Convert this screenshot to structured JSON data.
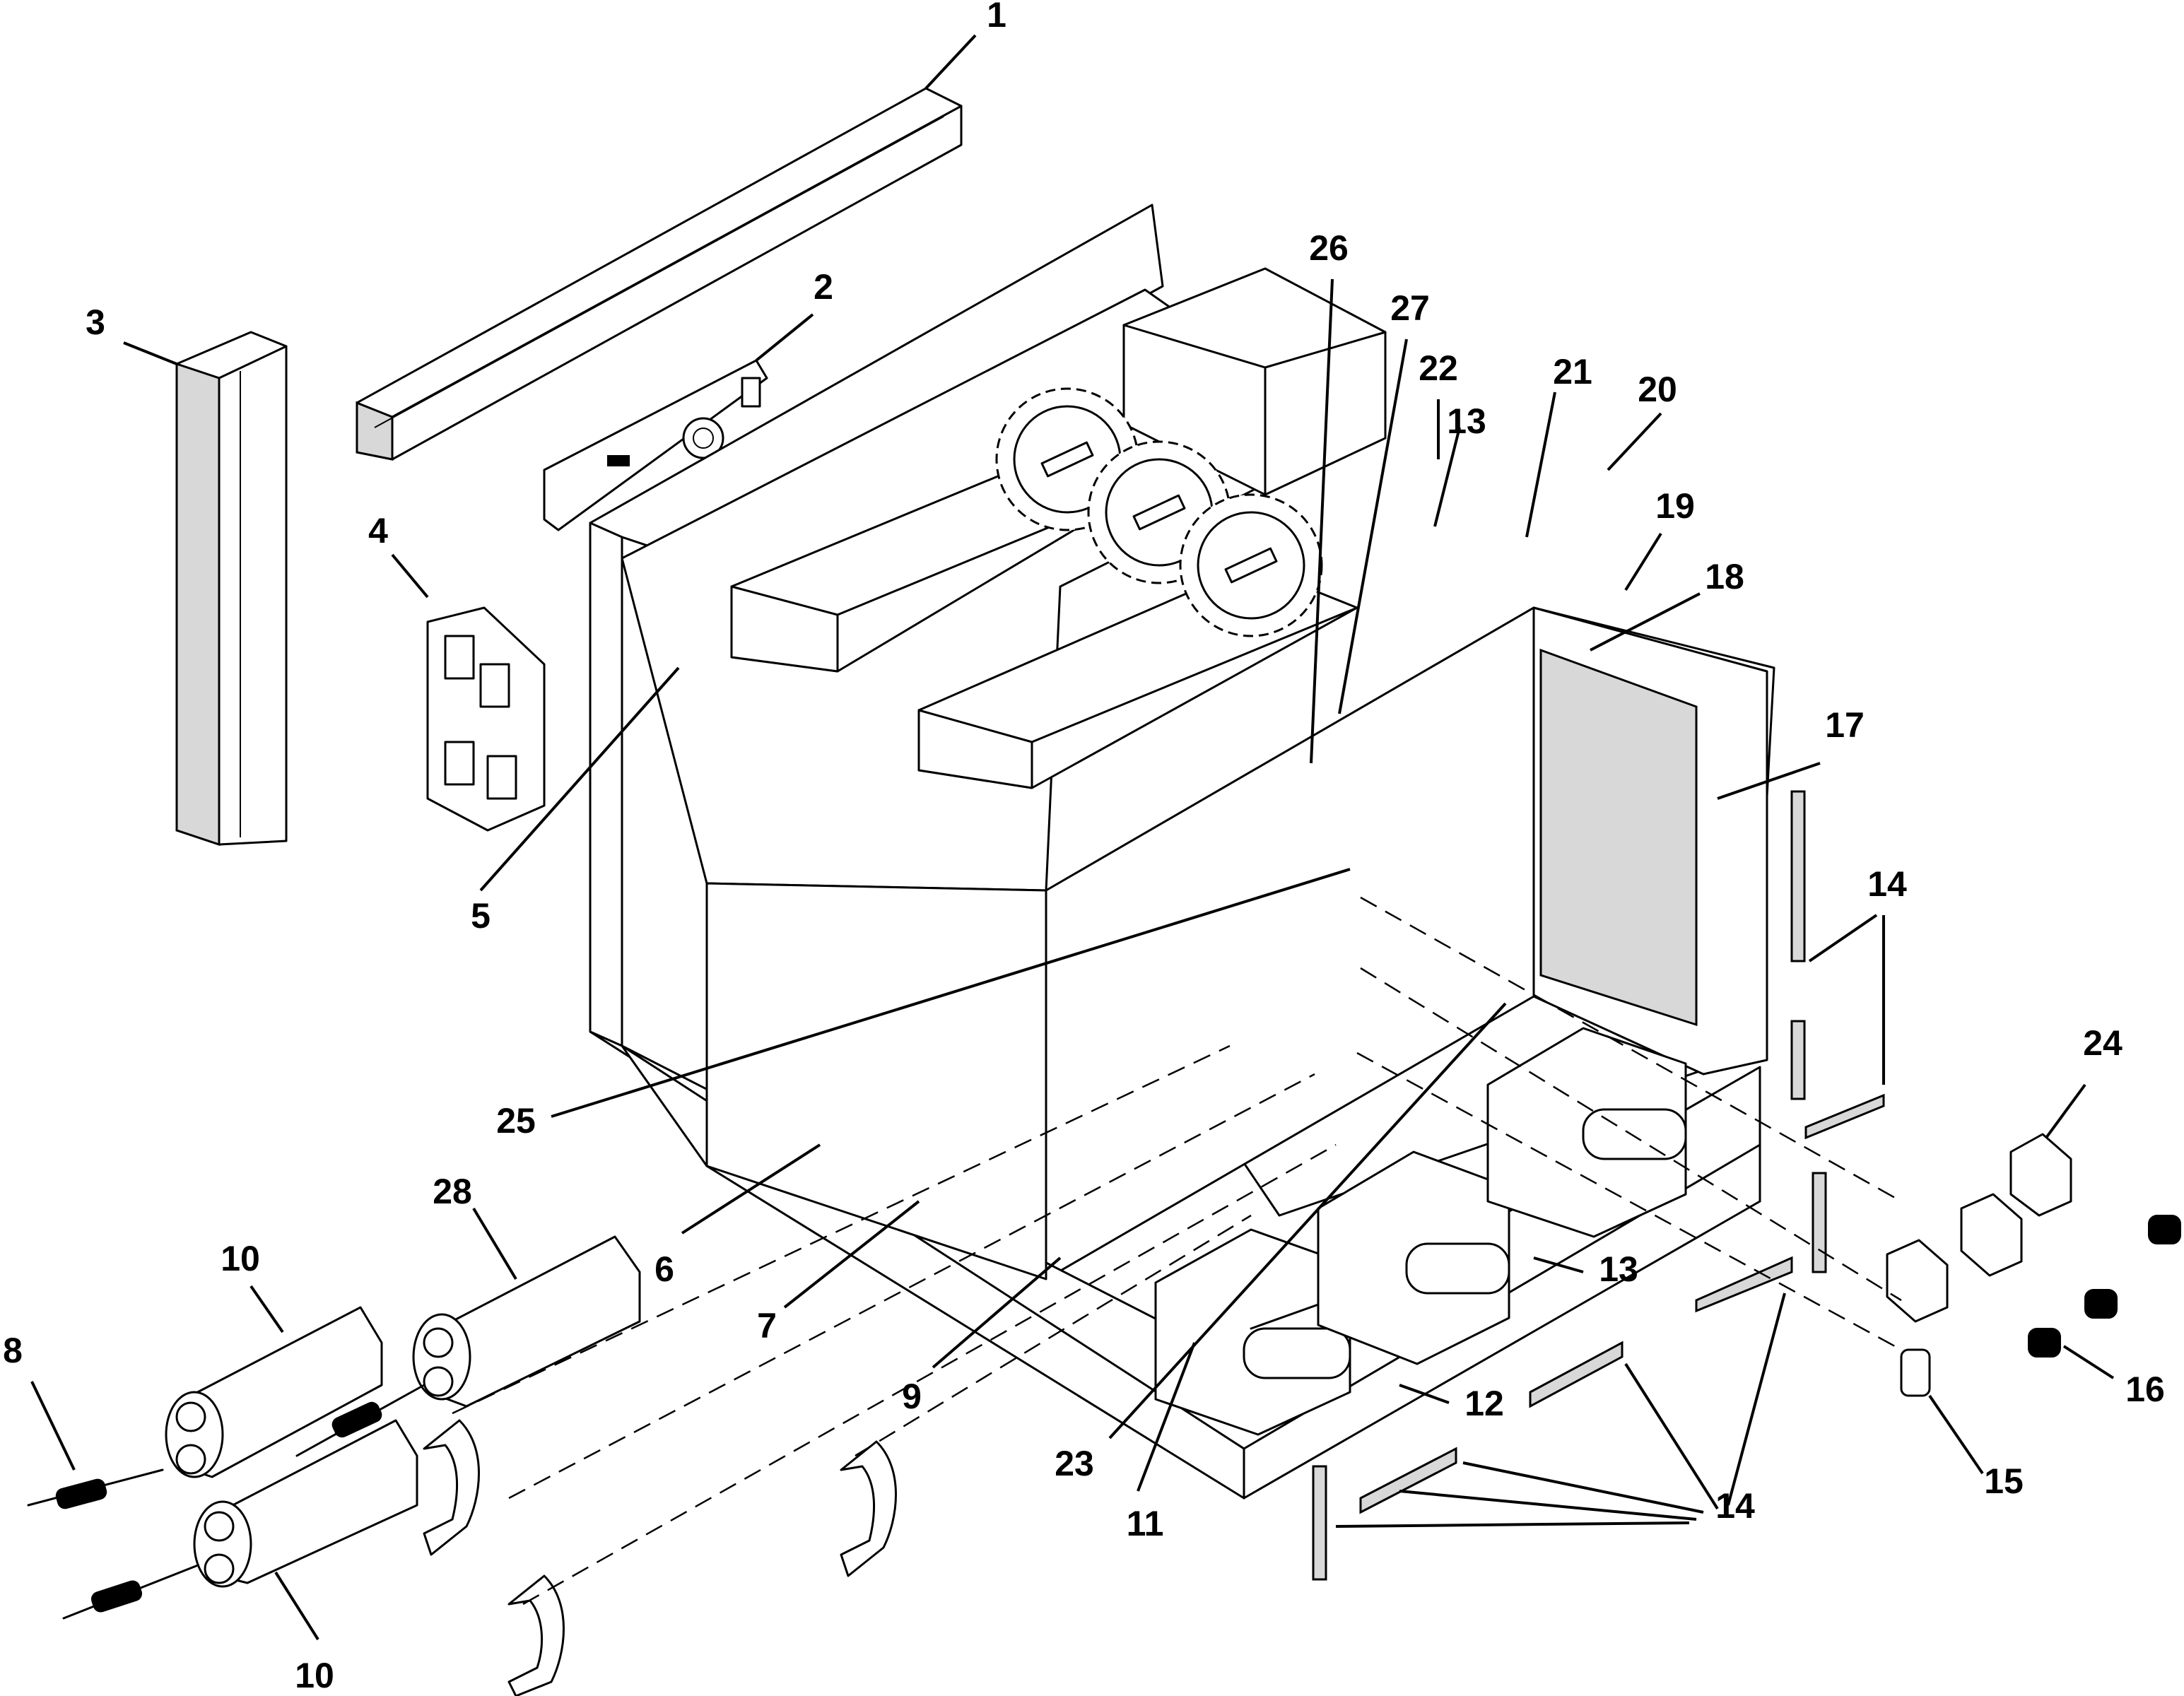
{
  "callouts": [
    {
      "id": "c1",
      "label": "1"
    },
    {
      "id": "c2",
      "label": "2"
    },
    {
      "id": "c3",
      "label": "3"
    },
    {
      "id": "c4",
      "label": "4"
    },
    {
      "id": "c5",
      "label": "5"
    },
    {
      "id": "c6",
      "label": "6"
    },
    {
      "id": "c7",
      "label": "7"
    },
    {
      "id": "c8",
      "label": "8"
    },
    {
      "id": "c9",
      "label": "9"
    },
    {
      "id": "c10a",
      "label": "10"
    },
    {
      "id": "c10b",
      "label": "10"
    },
    {
      "id": "c11",
      "label": "11"
    },
    {
      "id": "c12",
      "label": "12"
    },
    {
      "id": "c13a",
      "label": "13"
    },
    {
      "id": "c13b",
      "label": "13"
    },
    {
      "id": "c14a",
      "label": "14"
    },
    {
      "id": "c14b",
      "label": "14"
    },
    {
      "id": "c15",
      "label": "15"
    },
    {
      "id": "c16",
      "label": "16"
    },
    {
      "id": "c17",
      "label": "17"
    },
    {
      "id": "c18",
      "label": "18"
    },
    {
      "id": "c19",
      "label": "19"
    },
    {
      "id": "c20",
      "label": "20"
    },
    {
      "id": "c21",
      "label": "21"
    },
    {
      "id": "c22",
      "label": "22"
    },
    {
      "id": "c23",
      "label": "23"
    },
    {
      "id": "c24",
      "label": "24"
    },
    {
      "id": "c25",
      "label": "25"
    },
    {
      "id": "c26",
      "label": "26"
    },
    {
      "id": "c27",
      "label": "27"
    },
    {
      "id": "c28",
      "label": "28"
    }
  ]
}
